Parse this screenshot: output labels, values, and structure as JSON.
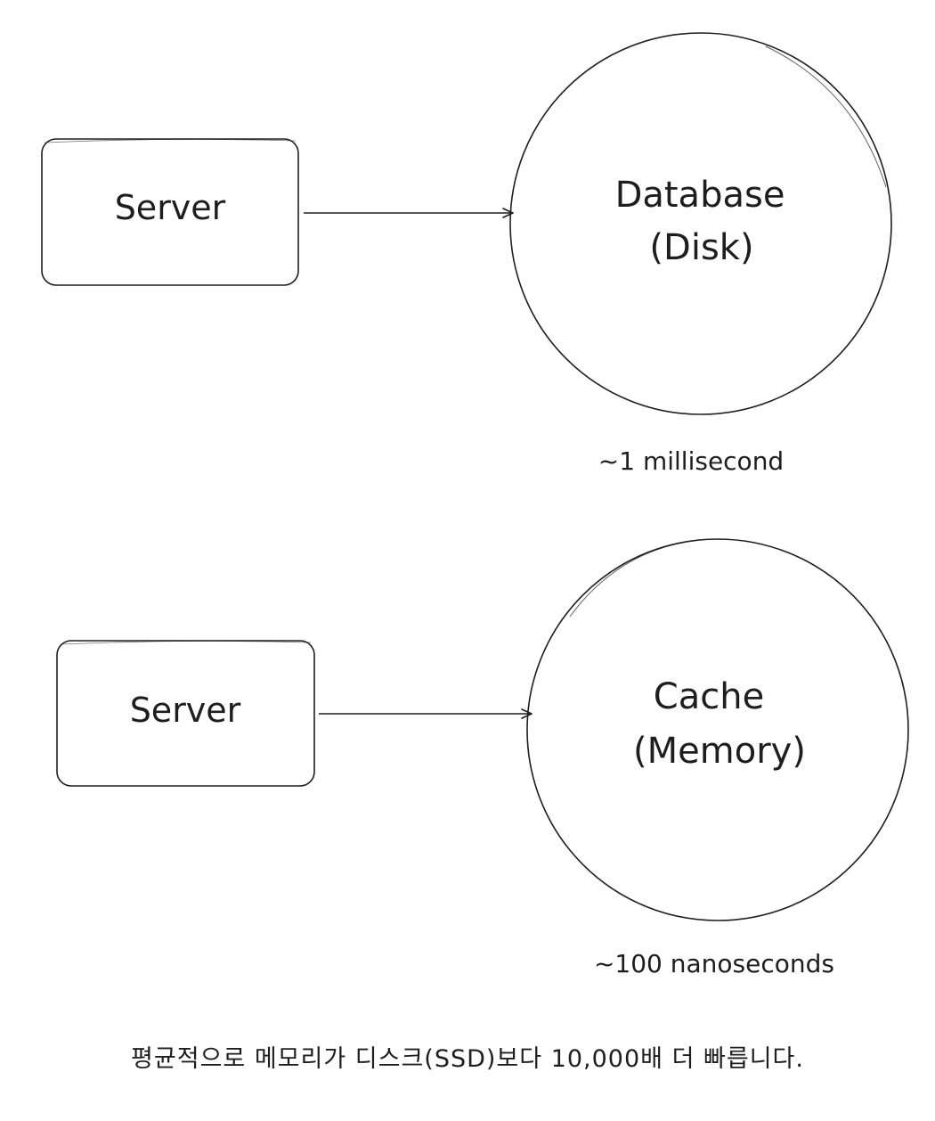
{
  "diagram": {
    "top": {
      "server_label": "Server",
      "store_line1": "Database",
      "store_line2": "(Disk)",
      "latency": "~1 millisecond"
    },
    "bottom": {
      "server_label": "Server",
      "store_line1": "Cache",
      "store_line2": "(Memory)",
      "latency": "~100 nanoseconds"
    },
    "caption": "평균적으로 메모리가 디스크(SSD)보다 10,000배 더 빠릅니다."
  }
}
